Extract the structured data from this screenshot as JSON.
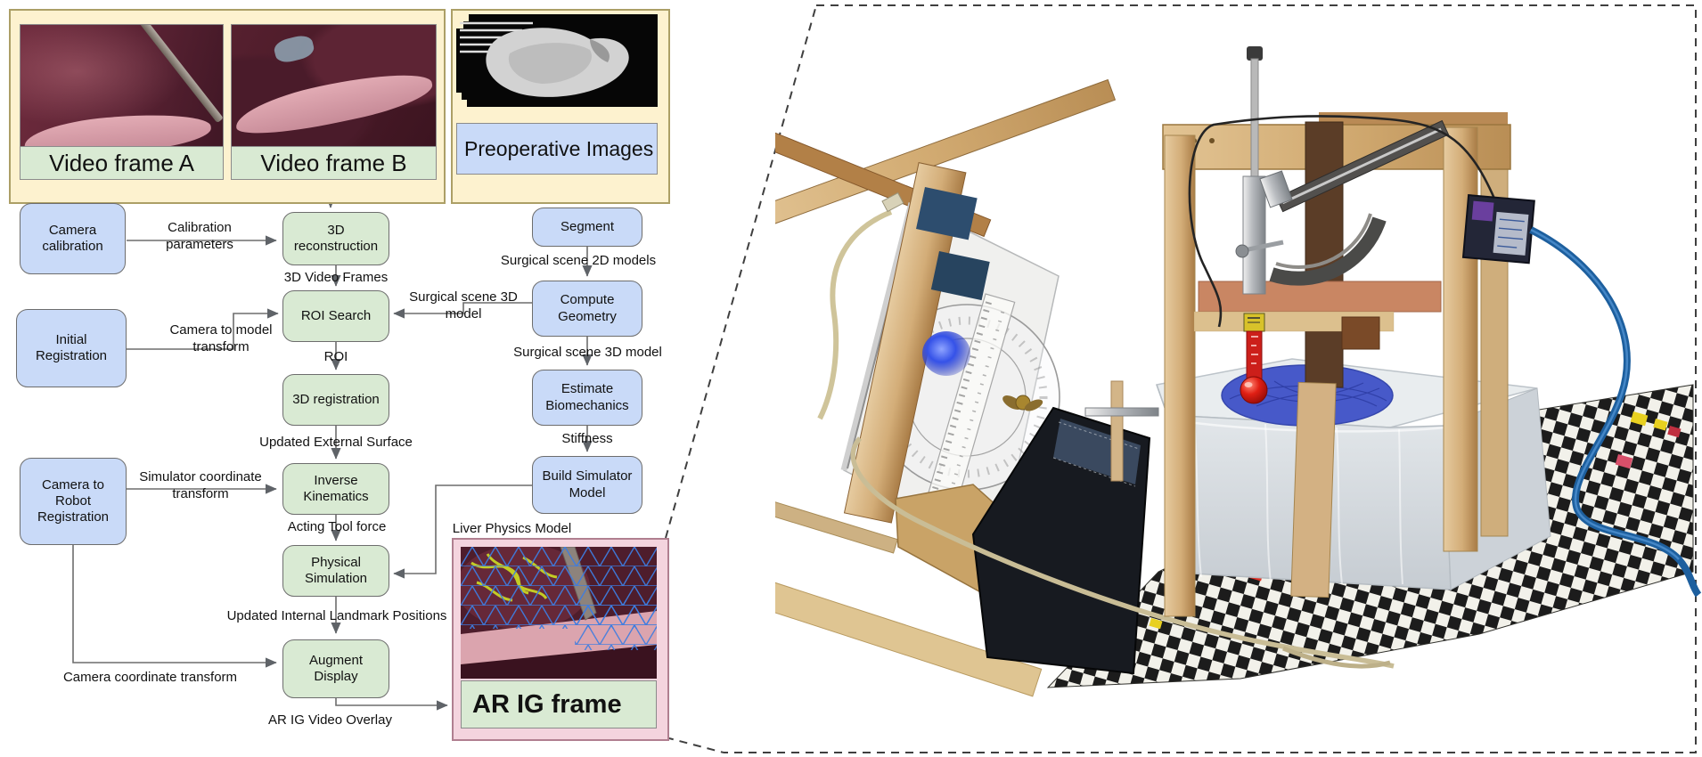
{
  "figure": {
    "video_panel": {
      "frame_a_label": "Video frame A",
      "frame_b_label": "Video frame B"
    },
    "preop_panel": {
      "label": "Preoperative Images"
    },
    "nodes": {
      "camera_calibration": "Camera calibration",
      "reconstruction_3d": "3D reconstruction",
      "segment": "Segment",
      "roi_search": "ROI Search",
      "compute_geometry": "Compute Geometry",
      "initial_registration": "Initial Registration",
      "registration_3d": "3D registration",
      "estimate_biomechanics": "Estimate Biomechanics",
      "camera_to_robot_registration": "Camera to Robot Registration",
      "inverse_kinematics": "Inverse Kinematics",
      "build_simulator_model": "Build Simulator Model",
      "physical_simulation": "Physical Simulation",
      "augment_display": "Augment Display",
      "ar_ig_frame": "AR IG frame"
    },
    "edge_labels": {
      "calibration_parameters": "Calibration parameters",
      "video_frames_3d": "3D Video Frames",
      "surgical_scene_2d_models": "Surgical scene 2D models",
      "surgical_scene_3d_model_to_roi": "Surgical scene 3D model",
      "camera_to_model_transform": "Camera to model transform",
      "roi": "ROI",
      "surgical_scene_3d_model_down": "Surgical scene 3D model",
      "updated_external_surface": "Updated External Surface",
      "stiffness": "Stiffness",
      "simulator_coordinate_transform": "Simulator coordinate transform",
      "acting_tool_force": "Acting Tool force",
      "liver_physics_model": "Liver Physics Model",
      "updated_internal_landmark_positions": "Updated Internal Landmark Positions",
      "camera_coordinate_transform": "Camera coordinate transform",
      "ar_ig_video_overlay": "AR IG Video Overlay"
    },
    "colors": {
      "panel_yellow": "#fdf2cf",
      "panel_pink": "#f4d4de",
      "node_blue": "#c9daf8",
      "node_green": "#d9ead3",
      "arrow_gray": "#6d6d6d",
      "mesh_blue": "#3d7ce0",
      "glow_blue": "#2b46e0",
      "checker_black": "#1c1c1c",
      "checker_white": "#f2f1ea",
      "wood_light": "#d8b887",
      "wood_dark": "#5b3d27",
      "indenter_red": "#d61410",
      "cable_blue": "#1d5f9e"
    }
  }
}
